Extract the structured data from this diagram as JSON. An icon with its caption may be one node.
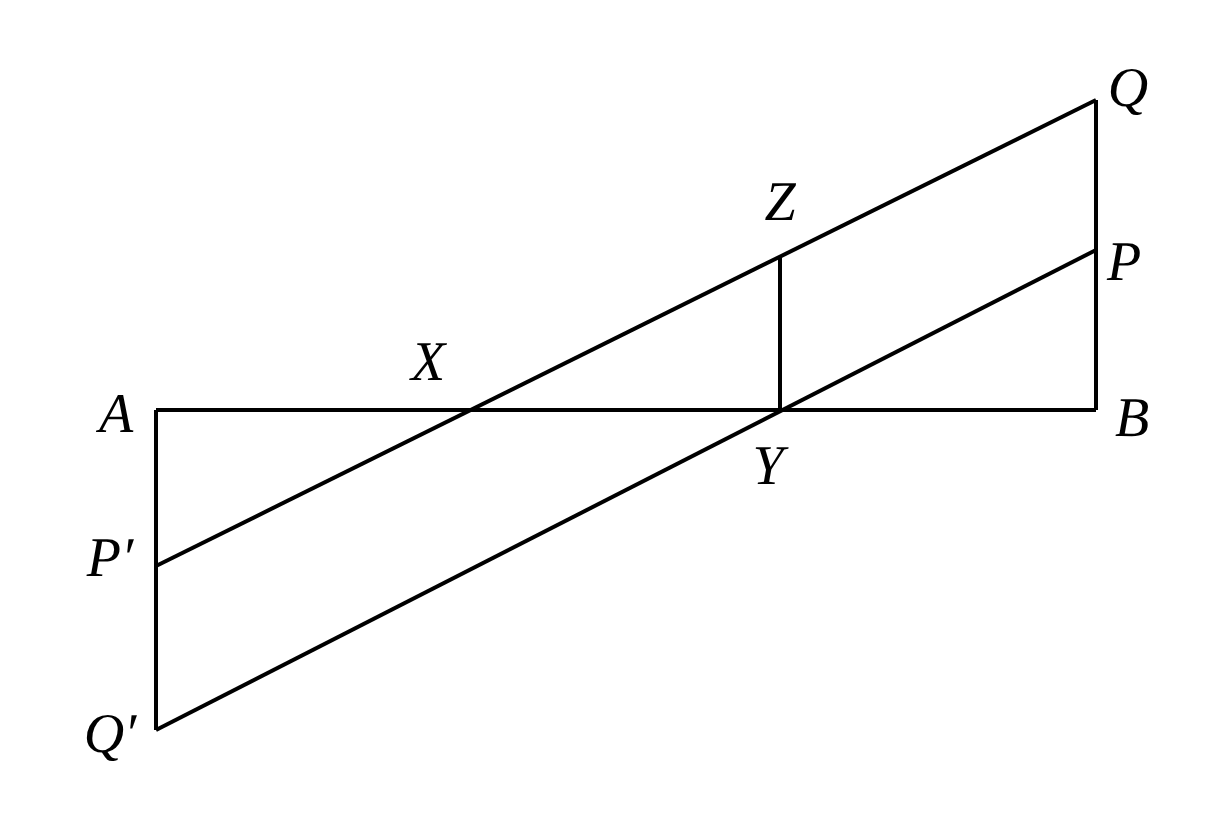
{
  "diagram": {
    "labels": [
      "Q",
      "Z",
      "P",
      "A",
      "X",
      "B",
      "Y",
      "P′",
      "Q′"
    ]
  }
}
